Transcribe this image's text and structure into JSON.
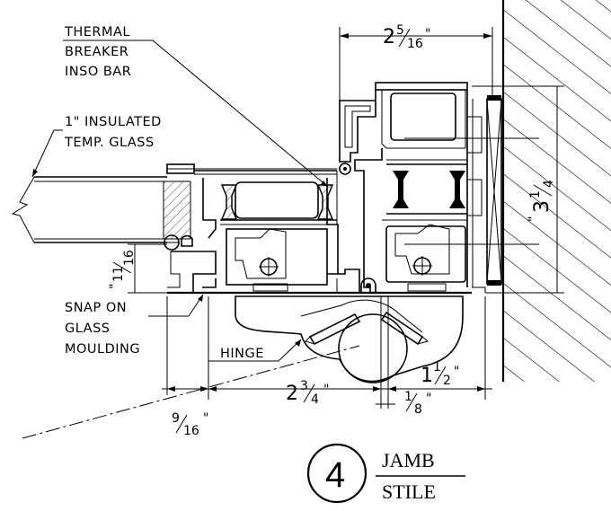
{
  "labels": {
    "thermal_breaker": [
      "THERMAL",
      "BREAKER",
      "INSO BAR"
    ],
    "insulated_glass": [
      "1\" INSULATED",
      "TEMP. GLASS"
    ],
    "snap_on": [
      "SNAP ON",
      "GLASS",
      "MOULDING"
    ],
    "hinge": "HINGE"
  },
  "dimensions": {
    "top_width": {
      "whole": "2",
      "num": "5",
      "den": "16",
      "mark": "\""
    },
    "right_height": {
      "whole": "3",
      "num": "1",
      "den": "4",
      "mark": "\""
    },
    "left_height": {
      "num": "11",
      "den": "16",
      "mark": "\""
    },
    "bottom_left": {
      "num": "9",
      "den": "16",
      "mark": "\""
    },
    "bottom_mid": {
      "whole": "2",
      "num": "3",
      "den": "4",
      "mark": "\""
    },
    "bottom_right": {
      "whole": "1",
      "num": "1",
      "den": "2",
      "mark": "\""
    },
    "bottom_small": {
      "num": "1",
      "den": "8",
      "mark": "\""
    }
  },
  "title": {
    "number": "4",
    "top": "JAMB",
    "bottom": "STILE"
  }
}
